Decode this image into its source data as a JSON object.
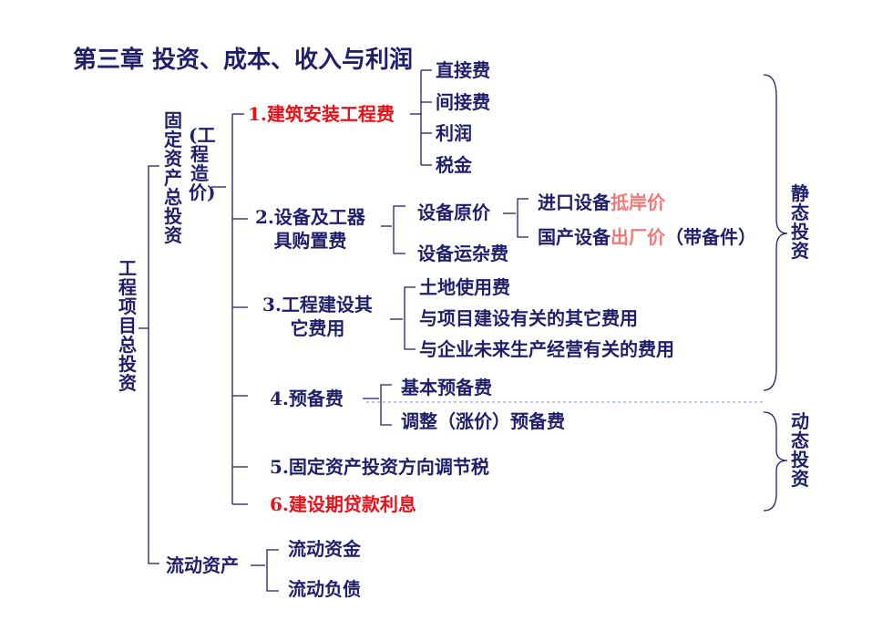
{
  "title": "第三章 投资、成本、收入与利润",
  "root": "工程项目总投资",
  "fixed_assets": {
    "label": "固定资产总投资",
    "paren": "(工程造价)",
    "items": {
      "i1": {
        "label": "1.建筑安装工程费",
        "children": [
          "直接费",
          "间接费",
          "利润",
          "税金"
        ]
      },
      "i2": {
        "label_line1": "2.设备及工器",
        "label_line2": "具购置费",
        "equip_original": "设备原价",
        "import_prefix": "进口设备",
        "import_highlight": "抵岸价",
        "domestic_prefix": "国产设备",
        "domestic_highlight": "出厂价",
        "domestic_suffix": "（带备件）",
        "equip_transport": "设备运杂费"
      },
      "i3": {
        "label_line1": "3.工程建设其",
        "label_line2": "它费用",
        "children": [
          "土地使用费",
          "与项目建设有关的其它费用",
          "与企业未来生产经营有关的费用"
        ]
      },
      "i4": {
        "label": "4.预备费",
        "children": [
          "基本预备费",
          "调整（涨价）预备费"
        ]
      },
      "i5": {
        "label": "5.固定资产投资方向调节税"
      },
      "i6": {
        "label": "6.建设期贷款利息"
      }
    }
  },
  "current_assets": {
    "label": "流动资产",
    "children": [
      "流动资金",
      "流动负债"
    ]
  },
  "static_investment": "静态投资",
  "dynamic_investment": "动态投资",
  "colors": {
    "text": "#1f1f6b",
    "red": "#e8111a",
    "pink": "#f07a7a",
    "dash": "#9aa6d8"
  }
}
